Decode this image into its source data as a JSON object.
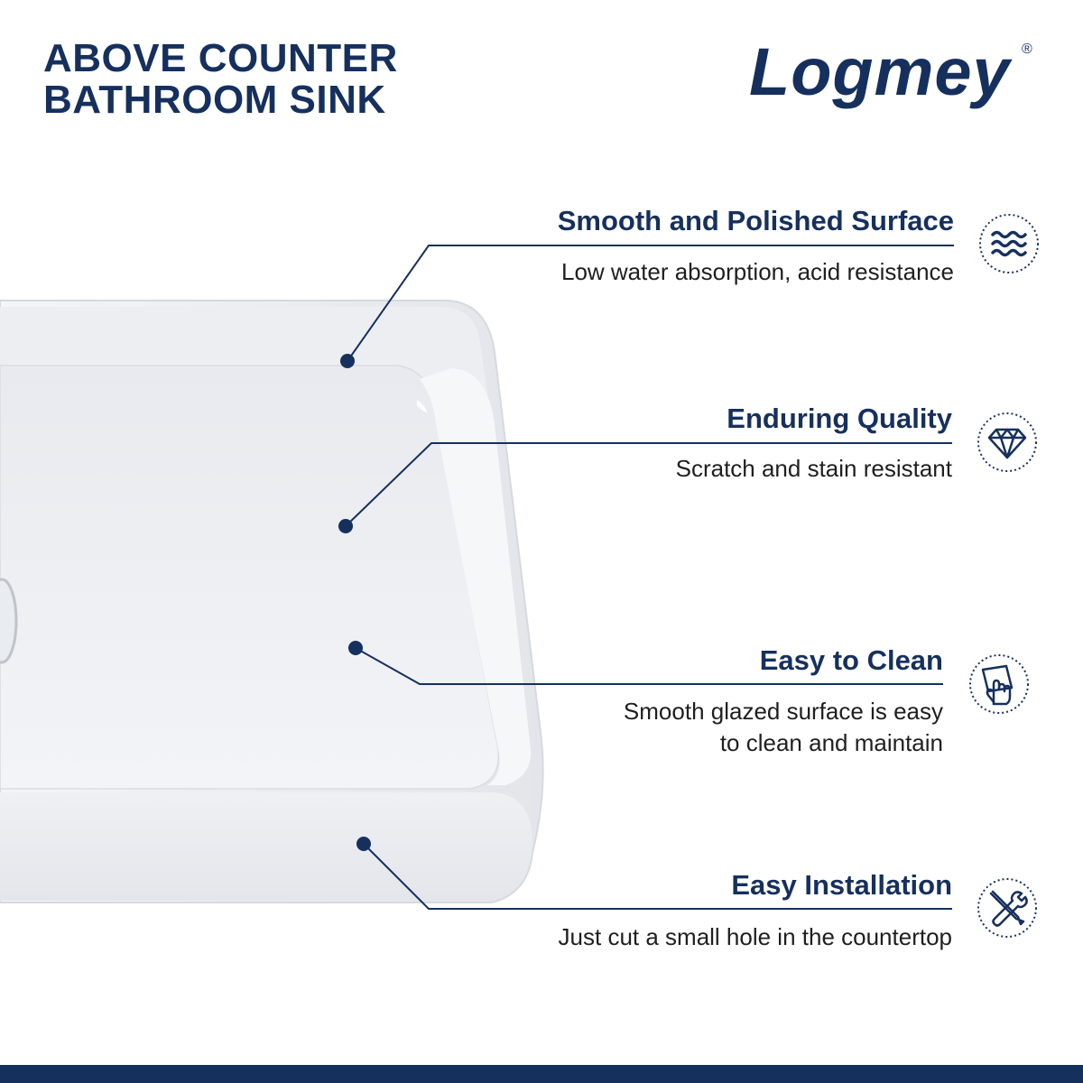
{
  "headline": {
    "line1": "ABOVE COUNTER",
    "line2": "BATHROOM SINK"
  },
  "brand": {
    "name": "Logmey",
    "mark": "®"
  },
  "features": [
    {
      "title": "Smooth and Polished Surface",
      "desc": "Low water absorption, acid resistance",
      "icon": "waves-icon"
    },
    {
      "title": "Enduring Quality",
      "desc": "Scratch and stain resistant",
      "icon": "diamond-icon"
    },
    {
      "title": "Easy to Clean",
      "desc_line1": "Smooth glazed surface is easy",
      "desc_line2": "to clean and maintain",
      "icon": "hand-wipe-icon"
    },
    {
      "title": "Easy Installation",
      "desc": "Just cut a small hole in the countertop",
      "icon": "wrench-screwdriver-icon"
    }
  ],
  "colors": {
    "brand_navy": "#16305e",
    "text": "#1f1f1f",
    "sink_white": "#f1f2f5"
  }
}
